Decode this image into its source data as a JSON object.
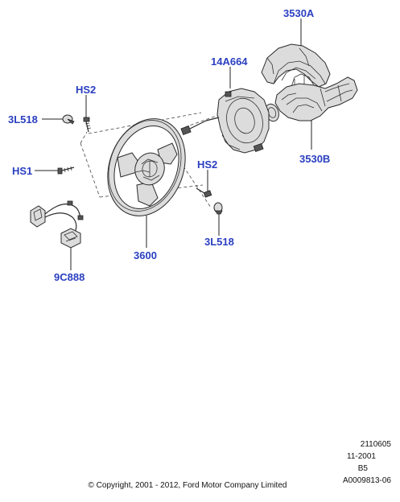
{
  "labels": {
    "top_cover": "3530A",
    "clockspring": "14A664",
    "bolt_upper": "HS2",
    "cap_left": "3L518",
    "bolt_left": "HS1",
    "bolt_right": "HS2",
    "cap_right": "3L518",
    "bottom_cover": "3530B",
    "wheel": "3600",
    "switch": "9C888"
  },
  "footer": {
    "code": "2110605",
    "date": "11-2001",
    "rev": "B5",
    "ref": "A0009813-06",
    "copyright": "© Copyright, 2001 - 2012, Ford Motor Company Limited"
  }
}
